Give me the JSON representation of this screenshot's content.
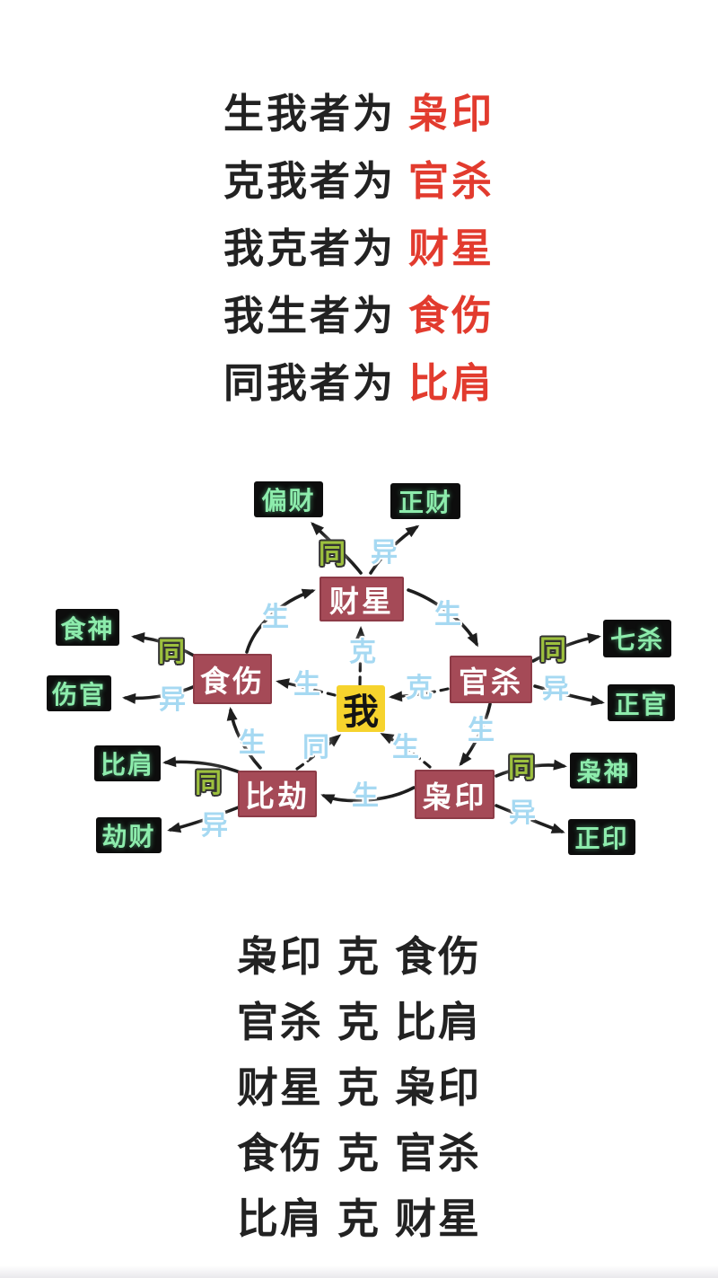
{
  "top_rules": [
    {
      "prefix": "生我者为",
      "term": "枭印"
    },
    {
      "prefix": "克我者为",
      "term": "官杀"
    },
    {
      "prefix": "我克者为",
      "term": "财星"
    },
    {
      "prefix": "我生者为",
      "term": "食伤"
    },
    {
      "prefix": "同我者为",
      "term": "比肩"
    }
  ],
  "diagram": {
    "center": {
      "label": "我"
    },
    "inner_nodes": [
      {
        "id": "caixing",
        "label": "财星"
      },
      {
        "id": "shishang",
        "label": "食伤"
      },
      {
        "id": "guansha",
        "label": "官杀"
      },
      {
        "id": "bijie",
        "label": "比劫"
      },
      {
        "id": "xiaoyin",
        "label": "枭印"
      }
    ],
    "outer_nodes": [
      {
        "id": "piancai",
        "label": "偏财"
      },
      {
        "id": "zhengcai",
        "label": "正财"
      },
      {
        "id": "shishen",
        "label": "食神"
      },
      {
        "id": "shangguan",
        "label": "伤官"
      },
      {
        "id": "qisha",
        "label": "七杀"
      },
      {
        "id": "zhengguan",
        "label": "正官"
      },
      {
        "id": "bijian",
        "label": "比肩"
      },
      {
        "id": "jiecai",
        "label": "劫财"
      },
      {
        "id": "xiaoshen",
        "label": "枭神"
      },
      {
        "id": "zhengyin",
        "label": "正印"
      }
    ],
    "edge_labels": {
      "same": "同",
      "different": "异",
      "generate": "生",
      "overcome": "克"
    },
    "relations": [
      {
        "from": "财星",
        "to": "偏财",
        "label": "同",
        "style": "solid"
      },
      {
        "from": "财星",
        "to": "正财",
        "label": "异",
        "style": "solid"
      },
      {
        "from": "食伤",
        "to": "食神",
        "label": "同",
        "style": "solid"
      },
      {
        "from": "食伤",
        "to": "伤官",
        "label": "异",
        "style": "solid"
      },
      {
        "from": "官杀",
        "to": "七杀",
        "label": "同",
        "style": "solid"
      },
      {
        "from": "官杀",
        "to": "正官",
        "label": "异",
        "style": "solid"
      },
      {
        "from": "比劫",
        "to": "比肩",
        "label": "同",
        "style": "solid"
      },
      {
        "from": "比劫",
        "to": "劫财",
        "label": "异",
        "style": "solid"
      },
      {
        "from": "枭印",
        "to": "枭神",
        "label": "同",
        "style": "solid"
      },
      {
        "from": "枭印",
        "to": "正印",
        "label": "异",
        "style": "solid"
      },
      {
        "from": "食伤",
        "to": "财星",
        "label": "生",
        "style": "solid"
      },
      {
        "from": "财星",
        "to": "官杀",
        "label": "生",
        "style": "solid"
      },
      {
        "from": "官杀",
        "to": "枭印",
        "label": "生",
        "style": "solid"
      },
      {
        "from": "枭印",
        "to": "比劫",
        "label": "生",
        "style": "solid"
      },
      {
        "from": "比劫",
        "to": "食伤",
        "label": "生",
        "style": "solid"
      },
      {
        "from": "我",
        "to": "财星",
        "label": "克",
        "style": "dashed"
      },
      {
        "from": "官杀",
        "to": "我",
        "label": "克",
        "style": "dashed"
      },
      {
        "from": "我",
        "to": "食伤",
        "label": "生",
        "style": "dashed"
      },
      {
        "from": "比劫",
        "to": "我",
        "label": "同",
        "style": "dashed"
      },
      {
        "from": "枭印",
        "to": "我",
        "label": "生",
        "style": "dashed"
      }
    ],
    "colors": {
      "inner_box": "#a54a57",
      "center_box": "#f6d32d",
      "outer_box": "#0d0d0d",
      "outer_text": "#8decac",
      "label_blue": "#a6d9f2",
      "label_green": "#9dc03e",
      "accent_red": "#e23b2e",
      "arrow": "#1e1e1e"
    }
  },
  "bottom_rules": [
    {
      "subject": "枭印",
      "verb": "克",
      "object": "食伤"
    },
    {
      "subject": "官杀",
      "verb": "克",
      "object": "比肩"
    },
    {
      "subject": "财星",
      "verb": "克",
      "object": "枭印"
    },
    {
      "subject": "食伤",
      "verb": "克",
      "object": "官杀"
    },
    {
      "subject": "比肩",
      "verb": "克",
      "object": "财星"
    }
  ]
}
